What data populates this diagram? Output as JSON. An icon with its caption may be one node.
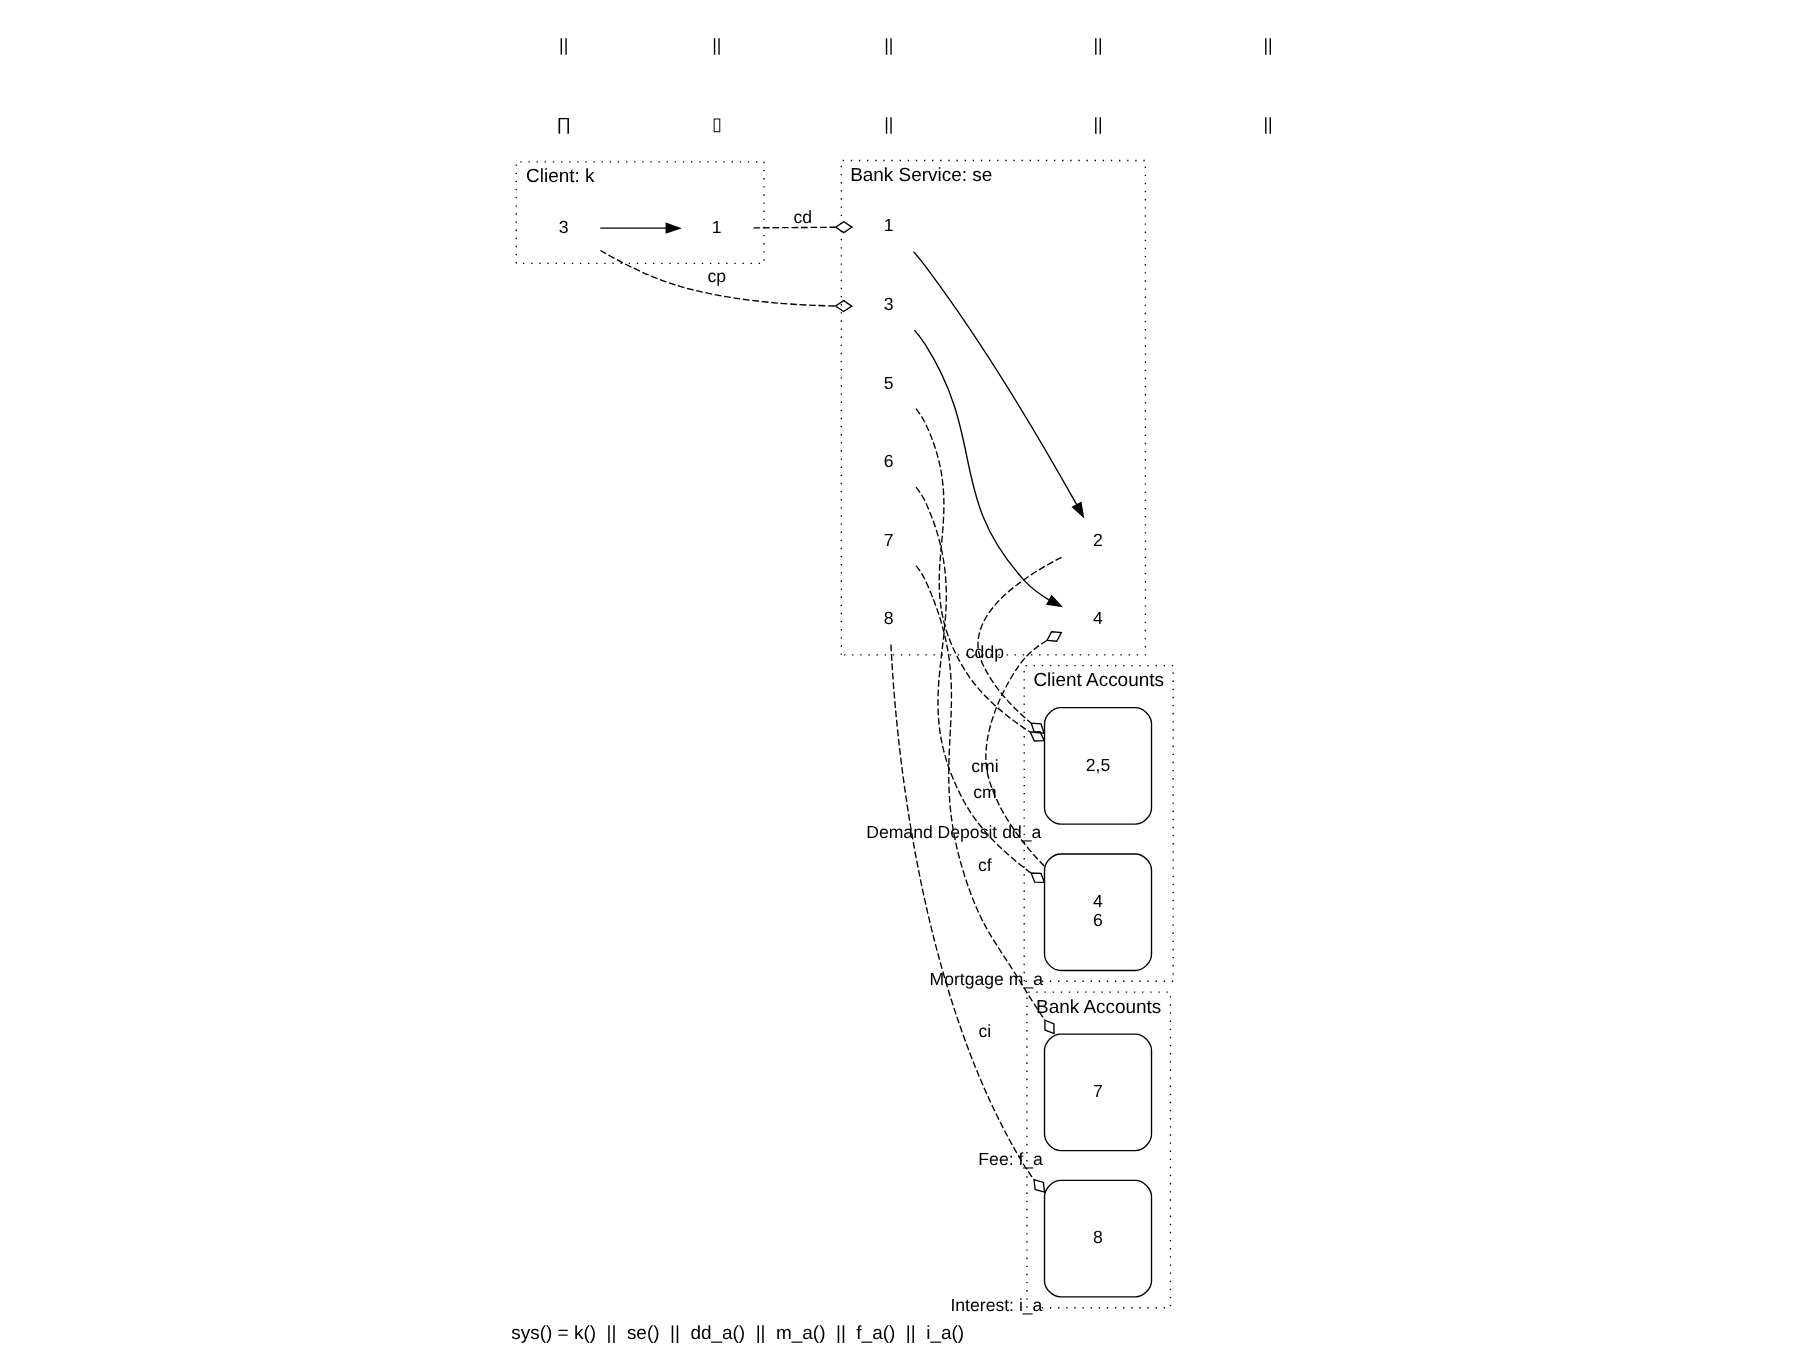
{
  "diagram": {
    "caption": "sys() = k()  ||  se()  ||  dd_a()  ||  m_a()  ||  f_a()  ||  i_a()",
    "nodes": [
      {
        "text": [
          "Client: k"
        ]
      },
      {
        "text": [
          "3"
        ],
        "in": 0
      },
      {
        "text": [
          "1"
        ],
        "in": 0
      },
      {
        "text": [
          "Bank Service: se"
        ]
      },
      {
        "text": [
          "1"
        ],
        "in": 3
      },
      {
        "text": [
          "2"
        ],
        "in": 3
      },
      {
        "text": [
          "3"
        ],
        "in": 3
      },
      {
        "text": [
          "4"
        ],
        "in": 3
      },
      {
        "text": [
          "5"
        ],
        "in": 3
      },
      {
        "text": [
          "6"
        ],
        "in": 3
      },
      {
        "text": [
          "7"
        ],
        "in": 3
      },
      {
        "text": [
          "8"
        ],
        "in": 3
      },
      {
        "text": [
          "Client Accounts"
        ]
      },
      {
        "text": [
          "2,5"
        ],
        "beside": [
          "Demand Deposit dd_a"
        ],
        "in": 12
      },
      {
        "text": [
          "4",
          "6"
        ],
        "beside": [
          "Mortgage m_a"
        ],
        "in": 12
      },
      {
        "text": [
          "Bank Accounts"
        ]
      },
      {
        "text": [
          "7"
        ],
        "beside": [
          "Fee: f_a"
        ],
        "in": 15
      },
      {
        "text": [
          "8"
        ],
        "beside": [
          "Interest: i_a"
        ],
        "in": 15
      }
    ],
    "edges": [
      {
        "from": 1,
        "to": 6,
        "arrow": "other",
        "label": "cp",
        "style": "dashed"
      },
      {
        "from": 2,
        "to": 4,
        "arrow": "other",
        "label": "cd",
        "style": "dashed"
      },
      {
        "from": 5,
        "to": 13,
        "arrow": "other",
        "label": "cddp",
        "style": "dashed"
      },
      {
        "from": 8,
        "to": 13,
        "arrow": "other",
        "style": "dashed"
      },
      {
        "from": 14,
        "to": 7,
        "arrow": "other",
        "label": "cmi",
        "style": "dashed"
      },
      {
        "from": 9,
        "to": 14,
        "arrow": "other",
        "label": "cm",
        "style": "dashed"
      },
      {
        "from": 10,
        "to": 16,
        "arrow": "other",
        "label": "cf",
        "style": "dashed"
      },
      {
        "from": 11,
        "to": 17,
        "arrow": "other",
        "label": "ci",
        "style": "dashed"
      },
      {
        "from": 1,
        "to": 2,
        "arrow": "to"
      },
      {
        "from": 4,
        "to": 5,
        "arrow": "to"
      },
      {
        "from": 6,
        "to": 7,
        "arrow": "to"
      }
    ],
    "labels": [
      "∏",
      "▯",
      "||",
      "||",
      "||",
      "||",
      "||",
      "||",
      "||",
      "||"
    ]
  }
}
